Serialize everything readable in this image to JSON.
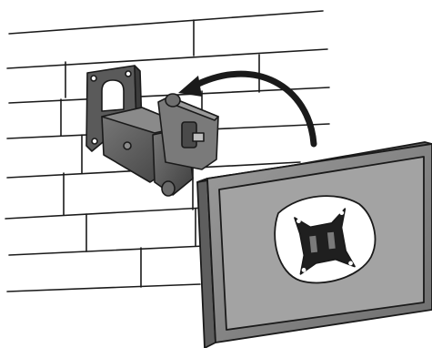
{
  "figure": {
    "subject": "wall-mount-installation",
    "icons": [
      "brick-wall",
      "articulating-wall-mount-bracket",
      "rotation-arrow",
      "flat-panel-display",
      "vesa-mount-plate"
    ]
  },
  "colors": {
    "background": "#ffffff",
    "line": "#1a1a1a",
    "bracket_dark": "#4a4a4a",
    "bracket_mid": "#6b6b6b",
    "bracket_light": "#8c8c8c",
    "screen_frame": "#8a8a8a",
    "screen_face": "#a6a6a6",
    "cutout": "#ffffff"
  }
}
